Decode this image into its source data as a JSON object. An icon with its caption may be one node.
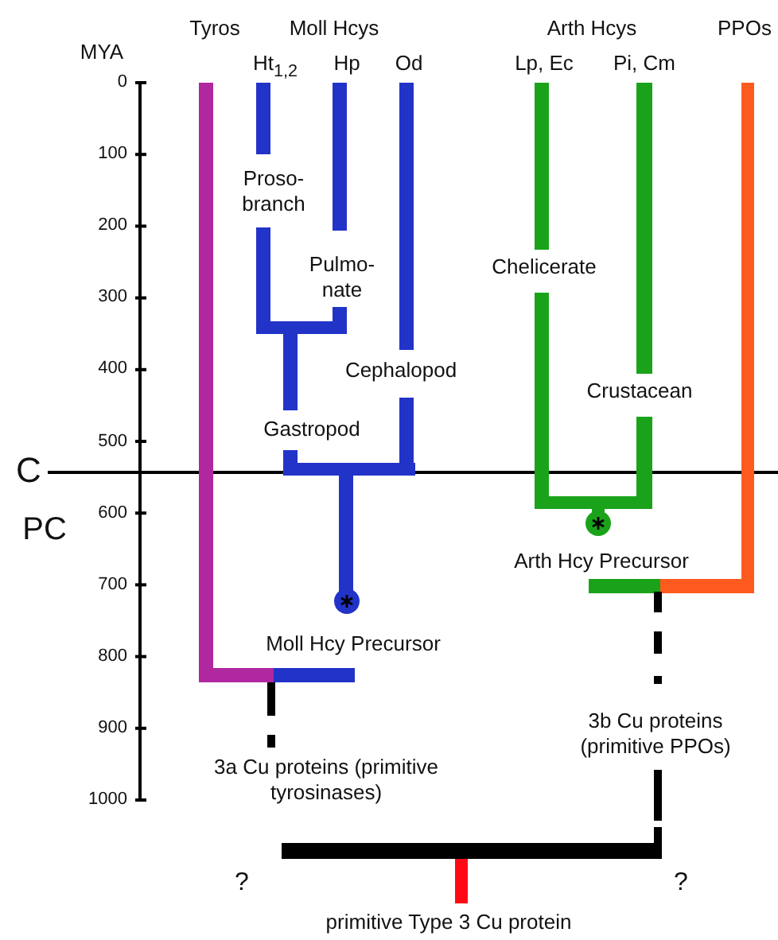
{
  "diagram": {
    "labels": [
      "MYA",
      "Tyros",
      "Moll Hcys",
      "Arth Hcys",
      "PPOs",
      "Ht$_{1,2}$",
      "Hp",
      "Od",
      "Lp, Ec",
      "Pi, Cm",
      "0",
      "100",
      "200",
      "300",
      "400",
      "500",
      "600",
      "700",
      "800",
      "900",
      "1000",
      "Proso- branch",
      "Pulmo- nate",
      "Chelicerate",
      "Cephalopod",
      "Crustacean",
      "Gastropod",
      "C",
      "PC",
      "Arth Hcy Precursor",
      "Moll Hcy Precursor",
      "3b Cu proteins (primitive PPOs)",
      "3a Cu proteins (primitive tyrosinases)",
      "?",
      "?",
      "primitive Type 3 Cu protein"
    ]
  }
}
